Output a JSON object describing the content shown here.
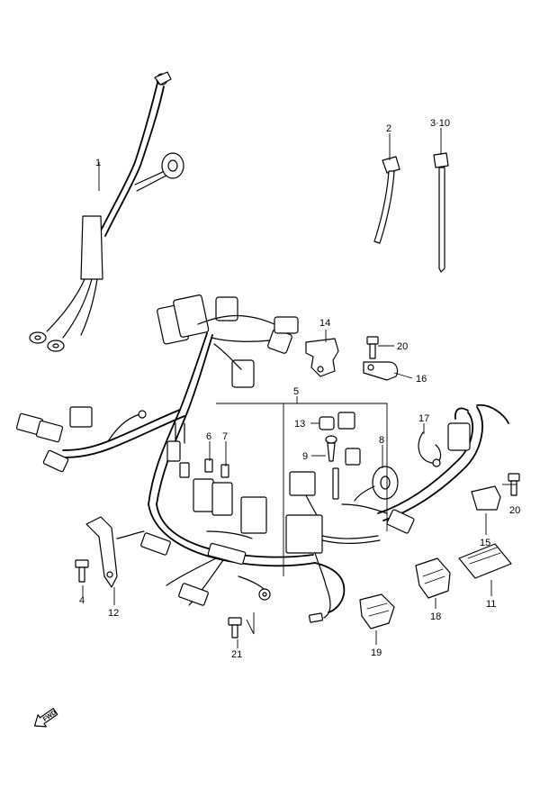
{
  "callouts": [
    {
      "id": "c1",
      "text": "1"
    },
    {
      "id": "c2",
      "text": "2"
    },
    {
      "id": "c3",
      "text": "3·10"
    },
    {
      "id": "c4",
      "text": "4"
    },
    {
      "id": "c5",
      "text": "5"
    },
    {
      "id": "c6",
      "text": "6"
    },
    {
      "id": "c7",
      "text": "7"
    },
    {
      "id": "c8",
      "text": "8"
    },
    {
      "id": "c9",
      "text": "9"
    },
    {
      "id": "c11",
      "text": "11"
    },
    {
      "id": "c12",
      "text": "12"
    },
    {
      "id": "c13",
      "text": "13"
    },
    {
      "id": "c14",
      "text": "14"
    },
    {
      "id": "c15",
      "text": "15"
    },
    {
      "id": "c16",
      "text": "16"
    },
    {
      "id": "c17",
      "text": "17"
    },
    {
      "id": "c18",
      "text": "18"
    },
    {
      "id": "c19",
      "text": "19"
    },
    {
      "id": "c20a",
      "text": "20"
    },
    {
      "id": "c20b",
      "text": "20"
    },
    {
      "id": "c21",
      "text": "21"
    }
  ],
  "direction_arrow": {
    "label": "FWD"
  }
}
